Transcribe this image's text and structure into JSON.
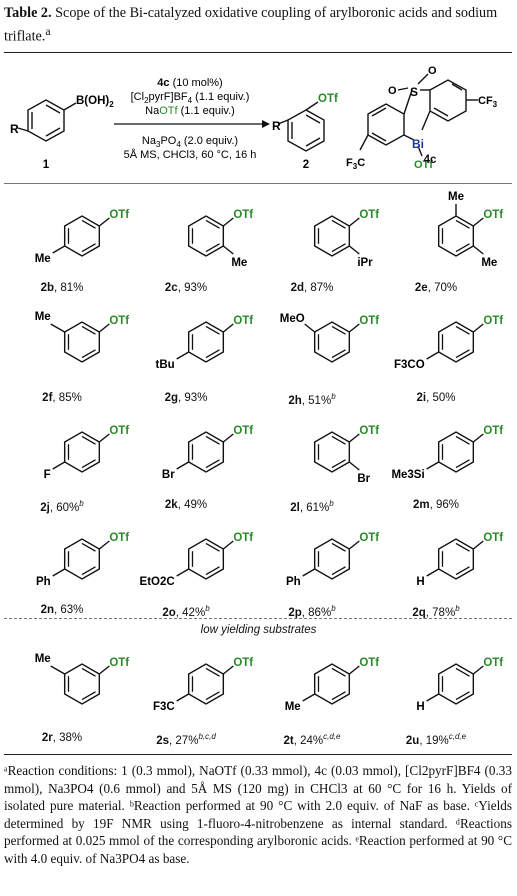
{
  "caption": {
    "label": "Table 2.",
    "text": "Scope of the Bi-catalyzed oxidative coupling of arylboronic acids and sodium triflate.",
    "sup": "a"
  },
  "scheme": {
    "reactant_label": "1",
    "reactant_group": "B(OH)2",
    "r_group": "R",
    "catalyst": "4c (10 mol%)",
    "oxidant": "[Cl2pyrF]BF4 (1.1 equiv.)",
    "nucleophile": "NaOTf (1.1 equiv.)",
    "base": "Na3PO4 (2.0 equiv.)",
    "conditions": "5Å MS, CHCl3, 60 °C, 16 h",
    "product_label": "2",
    "catalyst_label": "4c"
  },
  "products": [
    {
      "id": "2b",
      "yield": ", 81%"
    },
    {
      "id": "2c",
      "yield": ", 93%"
    },
    {
      "id": "2d",
      "yield": ", 87%"
    },
    {
      "id": "2e",
      "yield": ", 70%"
    },
    {
      "id": "2f",
      "yield": ", 85%"
    },
    {
      "id": "2g",
      "yield": ", 93%"
    },
    {
      "id": "2h",
      "yield": ", 51%",
      "sup": "b"
    },
    {
      "id": "2i",
      "yield": ", 50%"
    },
    {
      "id": "2j",
      "yield": ", 60%",
      "sup": "b"
    },
    {
      "id": "2k",
      "yield": ", 49%"
    },
    {
      "id": "2l",
      "yield": ", 61%",
      "sup": "b"
    },
    {
      "id": "2m",
      "yield": ", 96%"
    },
    {
      "id": "2n",
      "yield": ", 63%"
    },
    {
      "id": "2o",
      "yield": ", 42%",
      "sup": "b"
    },
    {
      "id": "2p",
      "yield": ", 86%",
      "sup": "b"
    },
    {
      "id": "2q",
      "yield": ", 78%",
      "sup": "b"
    },
    {
      "id": "2r",
      "yield": ", 38%"
    },
    {
      "id": "2s",
      "yield": ", 27%",
      "sup": "b,c,d"
    },
    {
      "id": "2t",
      "yield": ", 24%",
      "sup": "c,d,e"
    },
    {
      "id": "2u",
      "yield": ", 19%",
      "sup": "c,d,e"
    }
  ],
  "low_yield_label": "low yielding substrates",
  "footnotes": "ᵃReaction conditions: 1 (0.3 mmol), NaOTf (0.33 mmol), 4c (0.03 mmol), [Cl2pyrF]BF4 (0.33 mmol), Na3PO4 (0.6 mmol) and 5Å MS (120 mg) in CHCl3 at 60 °C for 16 h. Yields of isolated pure material. ᵇReaction performed at 90 °C with 2.0 equiv. of NaF as base. ᶜYields determined by 19F NMR using 1-fluoro-4-nitrobenzene as internal standard. ᵈReactions performed at 0.025 mmol of the corresponding arylboronic acids. ᵉReaction performed at 90 °C with 4.0 equiv. of Na3PO4 as base.",
  "substituents": {
    "otf": "OTf",
    "me": "Me",
    "ipr": "iPr",
    "tbu": "tBu",
    "meo": "MeO",
    "f3co": "F3CO",
    "f": "F",
    "br": "Br",
    "me3si": "Me3Si",
    "ph": "Ph",
    "eto2c": "EtO2C",
    "f3c": "F3C",
    "bi": "Bi",
    "s": "S",
    "o": "O",
    "cf3": "CF3",
    "h": "H"
  }
}
